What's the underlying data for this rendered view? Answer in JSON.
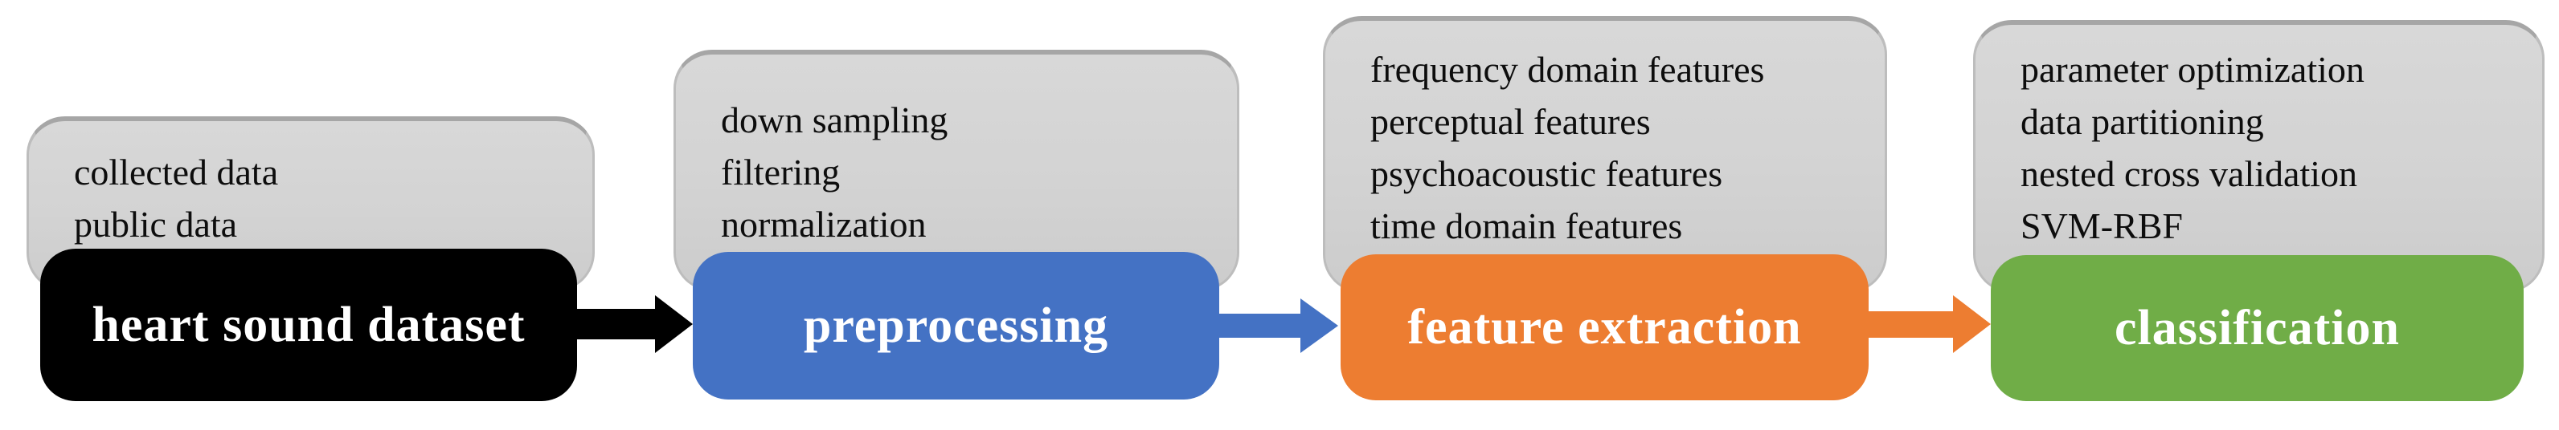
{
  "diagram": {
    "title": "heart sound classification pipeline flowchart",
    "background_color": "#ffffff",
    "note_card_color": "#d4d4d4",
    "stages": [
      {
        "label": "heart sound dataset",
        "color": "#000000",
        "items": [
          "collected data",
          "public data"
        ]
      },
      {
        "label": "preprocessing",
        "color": "#4472c4",
        "items": [
          "down sampling",
          "filtering",
          "normalization"
        ]
      },
      {
        "label": "feature extraction",
        "color": "#ed7d31",
        "items": [
          "frequency domain features",
          "perceptual features",
          "psychoacoustic features",
          "time domain features"
        ]
      },
      {
        "label": "classification",
        "color": "#70ad47",
        "items": [
          "parameter optimization",
          "data partitioning",
          "nested cross validation",
          "SVM-RBF"
        ]
      }
    ],
    "arrows": [
      {
        "color": "#000000"
      },
      {
        "color": "#4472c4"
      },
      {
        "color": "#ed7d31"
      }
    ]
  }
}
